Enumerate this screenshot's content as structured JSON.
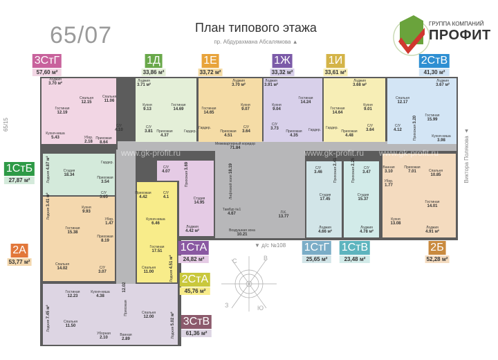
{
  "header": {
    "code": "65/07",
    "title": "План типового этажа",
    "street_top": "пр. Абдурахмана Абсалямова",
    "street_right": "Виктора Полякова",
    "street_left": "65/15",
    "bottom_note": "д/с №108",
    "watermark": "www.gk-profit.ru"
  },
  "logo": {
    "small": "ГРУППА КОМПАНИЙ",
    "big": "ПРОФИТ",
    "colors": [
      "#6aa33c",
      "#d0362f"
    ]
  },
  "compass": {
    "n": "С",
    "e": "В",
    "s": "Ю",
    "w": "З"
  },
  "common": [
    {
      "name": "Межквартирный коридор",
      "area": "71.84"
    },
    {
      "name": "Лифтовой холл",
      "area": "18.19"
    },
    {
      "name": "Тамбур №1",
      "area": "4.67"
    },
    {
      "name": "Л.К.",
      "area": "13.77"
    },
    {
      "name": "Воздушная зона",
      "area": "10.21"
    }
  ],
  "apartments": [
    {
      "code": "3СтГ",
      "area": "57,60 м²",
      "color": "#c8629c",
      "fill": "#f2d6e4",
      "rooms": [
        {
          "name": "Лоджия",
          "area": "3.70 м²"
        },
        {
          "name": "Гостиная",
          "area": "12.19"
        },
        {
          "name": "Спальня",
          "area": "12.15"
        },
        {
          "name": "Спальня",
          "area": "11.06"
        },
        {
          "name": "С/У",
          "area": "4.10"
        },
        {
          "name": "Кухня-ниша",
          "area": "5.43"
        },
        {
          "name": "Убор.",
          "area": "2.18"
        },
        {
          "name": "Прихожая",
          "area": "8.64"
        }
      ]
    },
    {
      "code": "1Д",
      "area": "33,86 м²",
      "color": "#69a84a",
      "fill": "#e4efd8",
      "rooms": [
        {
          "name": "Лоджия",
          "area": "3.71 м²"
        },
        {
          "name": "Кухня",
          "area": "9.13"
        },
        {
          "name": "Гостиная",
          "area": "14.69"
        },
        {
          "name": "С/У",
          "area": "3.81"
        },
        {
          "name": "Прихожая",
          "area": "4.37"
        },
        {
          "name": "Гардер.",
          "area": ""
        }
      ]
    },
    {
      "code": "1Е",
      "area": "33,72 м²",
      "color": "#e8a33a",
      "fill": "#f5dca6",
      "rooms": [
        {
          "name": "Лоджия",
          "area": "3.70 м²"
        },
        {
          "name": "Гостиная",
          "area": "14.65"
        },
        {
          "name": "Кухня",
          "area": "9.07"
        },
        {
          "name": "Гардер.",
          "area": ""
        },
        {
          "name": "Прихожая",
          "area": "4.51"
        },
        {
          "name": "С/У",
          "area": "3.64"
        }
      ]
    },
    {
      "code": "1Ж",
      "area": "33,32 м²",
      "color": "#7b5aa8",
      "fill": "#d8d0ea",
      "rooms": [
        {
          "name": "Лоджия",
          "area": "3.91 м²"
        },
        {
          "name": "Кухня",
          "area": "9.04"
        },
        {
          "name": "Гостиная",
          "area": "14.24"
        },
        {
          "name": "С/У",
          "area": "3.73"
        },
        {
          "name": "Прихожая",
          "area": "4.35"
        },
        {
          "name": "Гардер.",
          "area": ""
        }
      ]
    },
    {
      "code": "1И",
      "area": "33,61 м²",
      "color": "#d4b448",
      "fill": "#f7eeb6",
      "rooms": [
        {
          "name": "Лоджия",
          "area": "3.68 м²"
        },
        {
          "name": "Гостиная",
          "area": "14.64"
        },
        {
          "name": "Кухня",
          "area": "9.01"
        },
        {
          "name": "Гардер.",
          "area": ""
        },
        {
          "name": "Прихожая",
          "area": "4.48"
        },
        {
          "name": "С/У",
          "area": "3.64"
        }
      ]
    },
    {
      "code": "2СтВ",
      "area": "41,30 м²",
      "color": "#2e8fd2",
      "fill": "#d3e5f5",
      "rooms": [
        {
          "name": "Лоджия",
          "area": "3.67 м²"
        },
        {
          "name": "Спальня",
          "area": "12.17"
        },
        {
          "name": "Гостиная",
          "area": "15.99"
        },
        {
          "name": "С/У",
          "area": "4.12"
        },
        {
          "name": "Прихожая",
          "area": "3.20"
        },
        {
          "name": "Кухня-ниша",
          "area": "3.98"
        }
      ]
    },
    {
      "code": "1СтБ",
      "area": "27,87 м²",
      "color": "#2e9a46",
      "fill": "#d4eadb",
      "rooms": [
        {
          "name": "Лоджия",
          "area": "4.87 м²"
        },
        {
          "name": "Гардер.",
          "area": ""
        },
        {
          "name": "Студия",
          "area": "18.34"
        },
        {
          "name": "Прихожая",
          "area": "3.54"
        },
        {
          "name": "С/У",
          "area": "3.65"
        }
      ]
    },
    {
      "code": "2А",
      "area": "53,77 м²",
      "color": "#e2773a",
      "fill": "#f4d8ae",
      "rooms": [
        {
          "name": "Лоджия",
          "area": "3.41 м²"
        },
        {
          "name": "Кухня",
          "area": "9.93"
        },
        {
          "name": "Гостиная",
          "area": "15.38"
        },
        {
          "name": "Убор.",
          "area": "1.47"
        },
        {
          "name": "Прихожая",
          "area": "8.19"
        },
        {
          "name": "Спальня",
          "area": "14.02"
        },
        {
          "name": "С/У",
          "area": "3.07"
        }
      ]
    },
    {
      "code": "2СтА",
      "area": "45,76 м²",
      "color": "#c9c83c",
      "fill": "#f8ec8a",
      "rooms": [
        {
          "name": "Прихожая",
          "area": "4.42"
        },
        {
          "name": "С/У",
          "area": "4.1"
        },
        {
          "name": "Кухня-ниша",
          "area": "6.46"
        },
        {
          "name": "Гостиная",
          "area": "17.51"
        },
        {
          "name": "Спальня",
          "area": "11.00"
        },
        {
          "name": "Лоджия",
          "area": "4.51 м²"
        }
      ]
    },
    {
      "code": "1СтА",
      "area": "24,82 м²",
      "color": "#8a58a2",
      "fill": "#e5cbe5",
      "rooms": [
        {
          "name": "С/У",
          "area": "4.07"
        },
        {
          "name": "Прихожая",
          "area": "3.69"
        },
        {
          "name": "Студия",
          "area": "14.95"
        },
        {
          "name": "Лоджия",
          "area": "4.42 м²"
        }
      ]
    },
    {
      "code": "3СтВ",
      "area": "61,36 м²",
      "color": "#8c5a6c",
      "fill": "#ddd5e3",
      "rooms": [
        {
          "name": "Гостиная",
          "area": "12.23"
        },
        {
          "name": "Кухня-ниша",
          "area": "4.38"
        },
        {
          "name": "",
          "area": "12.02"
        },
        {
          "name": "Прихожая",
          "area": ""
        },
        {
          "name": "Лоджия",
          "area": "7.45 м²"
        },
        {
          "name": "Спальня",
          "area": "11.50"
        },
        {
          "name": "Уборная",
          "area": "2.10"
        },
        {
          "name": "Ванная",
          "area": "2.89"
        },
        {
          "name": "Спальня",
          "area": "12.00"
        },
        {
          "name": "Лоджия",
          "area": "5.02 м²"
        }
      ]
    },
    {
      "code": "1СтГ",
      "area": "25,65 м²",
      "color": "#7badc7",
      "fill": "#d2e5e8",
      "rooms": [
        {
          "name": "С/У",
          "area": "3.46"
        },
        {
          "name": "Прихожая",
          "area": "2.41"
        },
        {
          "name": "Студия",
          "area": "17.45"
        },
        {
          "name": "Лоджия",
          "area": "4.66 м²"
        }
      ]
    },
    {
      "code": "1СтВ",
      "area": "23,48 м²",
      "color": "#5db4be",
      "fill": "#d2ebe9",
      "rooms": [
        {
          "name": "Прихожая",
          "area": "2.25"
        },
        {
          "name": "С/У",
          "area": "3.47"
        },
        {
          "name": "Студия",
          "area": "15.37"
        },
        {
          "name": "Лоджия",
          "area": "4.78 м²"
        }
      ]
    },
    {
      "code": "2Б",
      "area": "52,28 м²",
      "color": "#c98a3f",
      "fill": "#f4dbbf",
      "rooms": [
        {
          "name": "Ванная",
          "area": "3.10"
        },
        {
          "name": "Прихожая",
          "area": "7.01"
        },
        {
          "name": "Спальня",
          "area": "10.85"
        },
        {
          "name": "Убор.",
          "area": "1.77"
        },
        {
          "name": "Гостиная",
          "area": "14.01"
        },
        {
          "name": "Кухня",
          "area": "13.08"
        },
        {
          "name": "Лоджия",
          "area": "4.91 м²"
        }
      ]
    }
  ]
}
